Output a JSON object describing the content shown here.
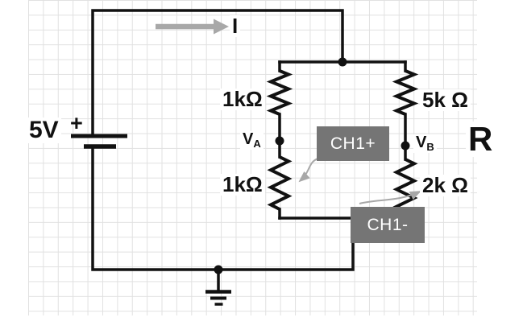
{
  "circuit": {
    "source": {
      "label": "5V",
      "polarity": "+"
    },
    "current": {
      "label": "I"
    },
    "resistors": {
      "r1": {
        "value": "1kΩ"
      },
      "r2": {
        "value": "1kΩ"
      },
      "r3": {
        "value": "5k Ω"
      },
      "r4": {
        "value": "2k Ω"
      }
    },
    "nodes": {
      "va": {
        "name": "V",
        "sub": "A"
      },
      "vb": {
        "name": "V",
        "sub": "B"
      }
    },
    "probes": {
      "positive": {
        "label": "CH1+"
      },
      "negative": {
        "label": "CH1-"
      }
    },
    "load": {
      "label": "R"
    },
    "colors": {
      "wire": "#111111",
      "probe_box": "#757575",
      "annotation": "#a8a8a8",
      "grid_line": "#e1e1e1"
    }
  }
}
